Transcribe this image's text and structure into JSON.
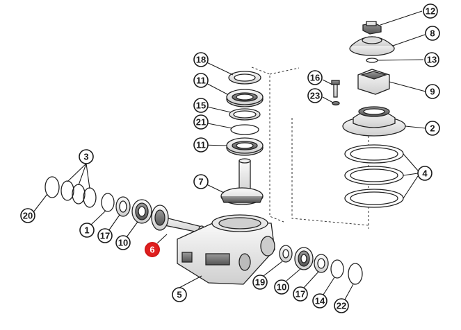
{
  "callouts": {
    "c1": "1",
    "c2": "2",
    "c3": "3",
    "c4": "4",
    "c5": "5",
    "c6": "6",
    "c7": "7",
    "c8": "8",
    "c9": "9",
    "c10a": "10",
    "c10b": "10",
    "c11a": "11",
    "c11b": "11",
    "c12": "12",
    "c13": "13",
    "c14": "14",
    "c15": "15",
    "c16": "16",
    "c17a": "17",
    "c17b": "17",
    "c18": "18",
    "c19": "19",
    "c20": "20",
    "c21": "21",
    "c22": "22",
    "c23": "23"
  },
  "colors": {
    "highlight": "#e01f1f",
    "ink": "#1a1a1a",
    "part_fill": "#f2f2f2",
    "part_dark": "#8a8a8a"
  }
}
